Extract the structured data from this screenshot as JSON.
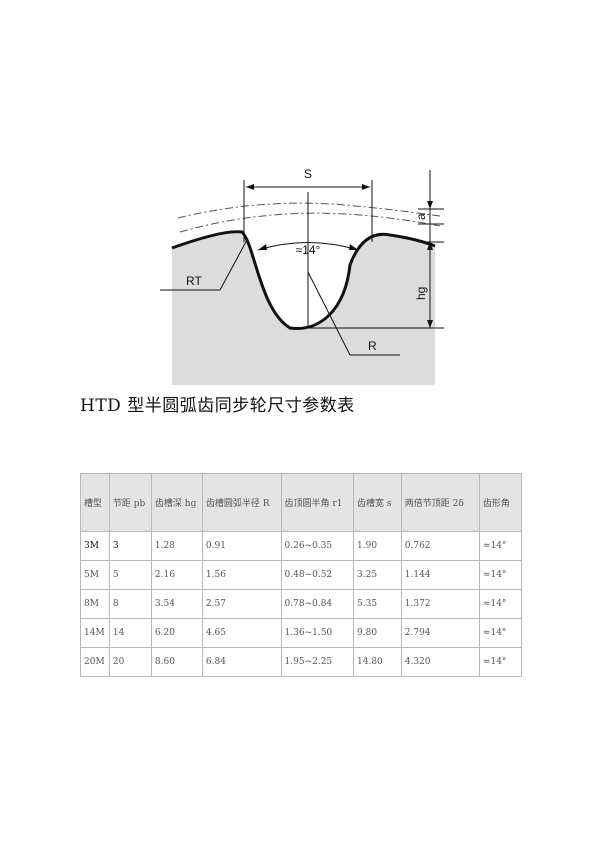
{
  "figure": {
    "labels": {
      "s": "S",
      "a": "a",
      "angle": "≈14°",
      "rt": "RT",
      "hg": "hg",
      "r": "R"
    }
  },
  "title": "HTD 型半圆弧齿同步轮尺寸参数表",
  "table": {
    "headers": [
      "槽型",
      "节距 pb",
      "齿槽深 hg",
      "齿槽圆弧半径 R",
      "齿顶圆半角 r1",
      "齿槽宽 s",
      "两倍节顶距 2δ",
      "齿形角"
    ],
    "rows": [
      [
        "3M",
        "3",
        "1.28",
        "0.91",
        "0.26~0.35",
        "1.90",
        "0.762",
        "≈14°"
      ],
      [
        "5M",
        "5",
        "2.16",
        "1.56",
        "0.48~0.52",
        "3.25",
        "1.144",
        "≈14°"
      ],
      [
        "8M",
        "8",
        "3.54",
        "2.57",
        "0.78~0.84",
        "5.35",
        "1.372",
        "≈14°"
      ],
      [
        "14M",
        "14",
        "6.20",
        "4.65",
        "1.36~1.50",
        "9.80",
        "2.794",
        "≈14°"
      ],
      [
        "20M",
        "20",
        "8.60",
        "6.84",
        "1.95~2.25",
        "14.80",
        "4.320",
        "≈14°"
      ]
    ]
  },
  "colors": {
    "figure_fill": "#dcdcdc",
    "header_bg": "#e4e4e4",
    "border": "#b8b8b8"
  }
}
